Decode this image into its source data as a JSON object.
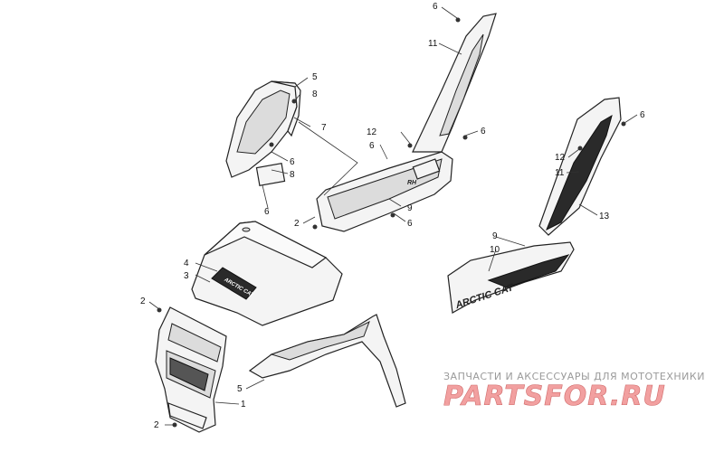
{
  "callouts": [
    "1",
    "2",
    "3",
    "4",
    "5",
    "6",
    "7",
    "8",
    "9",
    "10",
    "11",
    "12",
    "13"
  ],
  "decals": {
    "arctic_cat": "ARCTIC CAT",
    "side_tag": "RH"
  },
  "watermark": {
    "tagline": "ЗАПЧАСТИ И АКСЕССУАРЫ ДЛЯ МОТОТЕХНИКИ",
    "logo": "PARTSFOR.RU"
  },
  "colors": {
    "line": "#222222",
    "decal_dark": "#2a2a2a",
    "watermark_grey": "#9a9a9a",
    "watermark_red": "#f2a0a0"
  }
}
